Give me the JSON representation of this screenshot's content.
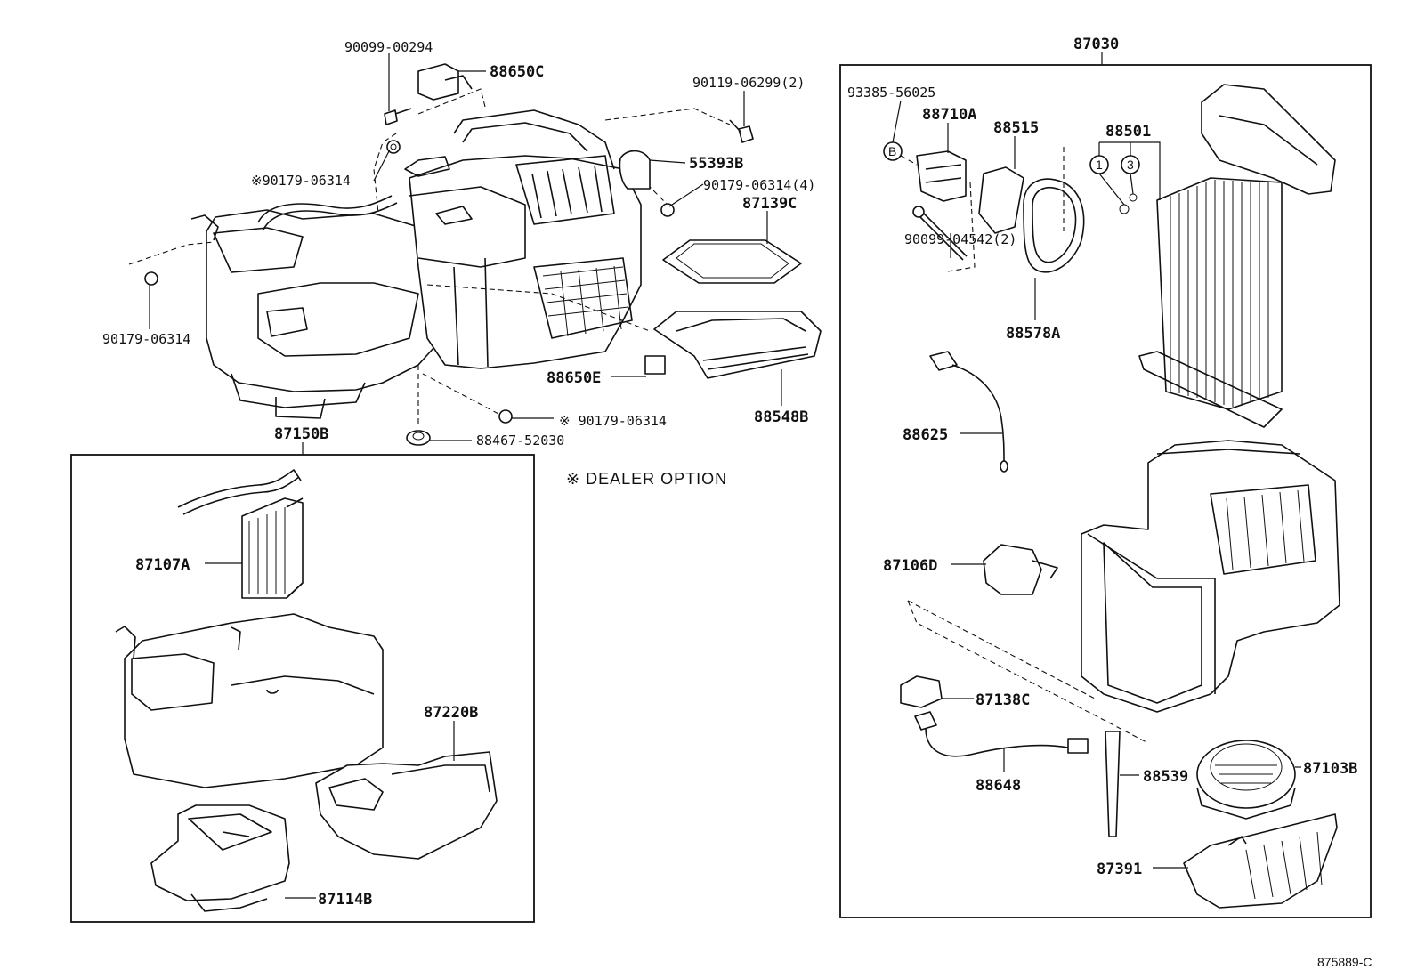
{
  "diagram": {
    "labels": {
      "p90099_00294": "90099-00294",
      "p88650C": "88650C",
      "p90119_06299": "90119-06299(2)",
      "p55393B": "55393B",
      "p90179_06314_top": "※90179-06314",
      "p90179_06314_4": "90179-06314(4)",
      "p87139C": "87139C",
      "p90179_06314_left": "90179-06314",
      "p88650E": "88650E",
      "p88548B": "88548B",
      "p90179_06314_bottom": "※ 90179-06314",
      "p88467_52030": "88467-52030",
      "p87150B": "87150B",
      "p87107A": "87107A",
      "p87220B": "87220B",
      "p87114B": "87114B",
      "p87030": "87030",
      "p93385_56025": "93385-56025",
      "p88710A": "88710A",
      "p88515": "88515",
      "p88501": "88501",
      "p90099_04542": "90099-04542(2)",
      "p88578A": "88578A",
      "p88625": "88625",
      "p87106D": "87106D",
      "p87138C": "87138C",
      "p88648": "88648",
      "p88539": "88539",
      "p87103B": "87103B",
      "p87391": "87391"
    },
    "circle_b": "B",
    "circle_1": "1",
    "circle_3": "3",
    "dealer_option": "※  DEALER OPTION",
    "figure_ref": "875889-C"
  }
}
